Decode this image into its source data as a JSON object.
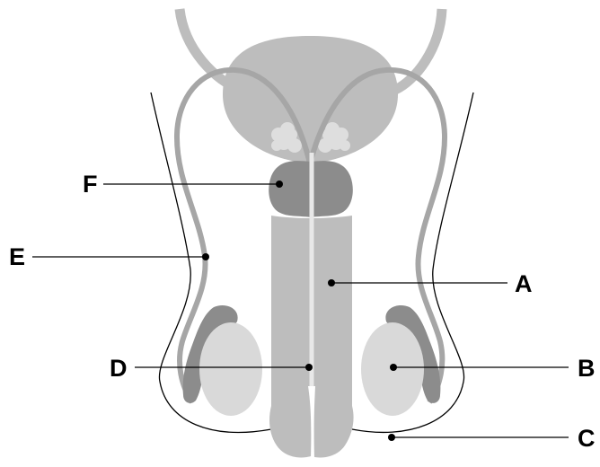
{
  "labels": {
    "A": "A",
    "B": "B",
    "C": "C",
    "D": "D",
    "E": "E",
    "F": "F"
  },
  "colors": {
    "light_gray": "#bdbdbd",
    "mid_gray": "#a6a6a6",
    "dark_gray": "#8c8c8c",
    "pale_gray": "#d9d9d9",
    "white": "#ffffff",
    "line": "#000000"
  }
}
